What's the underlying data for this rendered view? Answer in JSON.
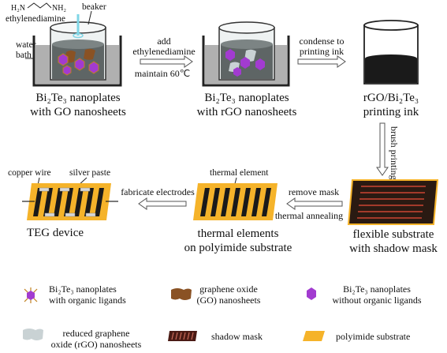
{
  "stage1": {
    "water_bath": [
      "water",
      "bath"
    ],
    "beaker": "beaker",
    "reagent": "ethylenediamine",
    "formula_left": "H₂N",
    "formula_right": "NH₂",
    "caption": [
      "Bi₂Te₃ nanoplates",
      "with GO nanosheets"
    ]
  },
  "step1": {
    "above": [
      "add",
      "ethylenediamine"
    ],
    "below": "maintain 60℃"
  },
  "stage2": {
    "caption": [
      "Bi₂Te₃ nanoplates",
      "with rGO nanosheets"
    ]
  },
  "step2": {
    "above": [
      "condense to",
      "printing ink"
    ]
  },
  "stage3": {
    "caption": [
      "rGO/Bi₂Te₃",
      "printing ink"
    ]
  },
  "step3": {
    "label": "brush printing"
  },
  "stage4": {
    "caption": [
      "flexible substrate",
      "with shadow mask"
    ]
  },
  "step4": {
    "above": "remove mask",
    "below": "thermal annealing"
  },
  "stage5": {
    "element_label": "thermal element",
    "caption": [
      "thermal elements",
      "on polyimide substrate"
    ]
  },
  "step5": {
    "above": "fabricate electrodes"
  },
  "stage6": {
    "copper_wire": "copper wire",
    "silver_paste": "silver paste",
    "caption": "TEG device"
  },
  "legend": [
    {
      "icon": "bi2te3-ligand-icon",
      "text": [
        "Bi₂Te₃ nanoplates",
        "with organic ligands"
      ]
    },
    {
      "icon": "graphene-oxide-icon",
      "text": [
        "graphene oxide",
        "(GO) nanosheets"
      ]
    },
    {
      "icon": "bi2te3-plain-icon",
      "text": [
        "Bi₂Te₃ nanoplates",
        "without organic ligands"
      ]
    },
    {
      "icon": "reduced-graphene-oxide-icon",
      "text": [
        "reduced graphene",
        "oxide (rGO) nanosheets"
      ]
    },
    {
      "icon": "shadow-mask-icon",
      "text": [
        "shadow mask"
      ]
    },
    {
      "icon": "polyimide-substrate-icon",
      "text": [
        "polyimide substrate"
      ]
    }
  ],
  "colors": {
    "purple": "#a23bd0",
    "brown": "#8a5224",
    "orange": "#f5b32a",
    "water": "#b0b0b0",
    "dark": "#1a1a1a",
    "mask_red": "#8b1a1a"
  }
}
